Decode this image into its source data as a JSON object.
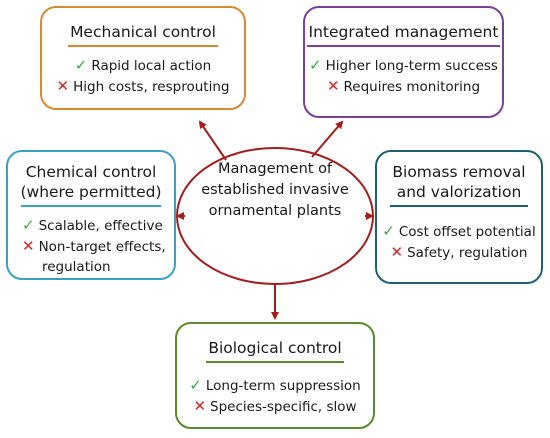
{
  "colors": {
    "mechanical": "#d9892f",
    "integrated": "#7b3fa0",
    "chemical": "#3aa0c8",
    "biomass": "#1e5f72",
    "biological": "#5a8a2c",
    "center": "#a31d1d",
    "check": "#3aa64a",
    "cross": "#d8262b"
  },
  "center": {
    "line1": "Management of",
    "line2": "established invasive",
    "line3": "ornamental plants"
  },
  "mechanical": {
    "title": "Mechanical control",
    "pro": "Rapid local action",
    "con": "High costs, resprouting"
  },
  "integrated": {
    "title": "Integrated management",
    "pro": "Higher long-term success",
    "con": "Requires monitoring"
  },
  "chemical": {
    "title_line1": "Chemical control",
    "title_line2": "(where permitted)",
    "pro": "Scalable, effective",
    "con_line1": "Non-target effects,",
    "con_line2": "regulation"
  },
  "biomass": {
    "title_line1": "Biomass removal",
    "title_line2": "and valorization",
    "pro": "Cost offset potential",
    "con": "Safety, regulation"
  },
  "biological": {
    "title": "Biological control",
    "pro": "Long-term suppression",
    "con": "Species-specific, slow"
  },
  "icons": {
    "pro": "check-mark-icon",
    "con": "cross-mark-icon"
  },
  "glyphs": {
    "check": "✓",
    "cross": "✕"
  }
}
